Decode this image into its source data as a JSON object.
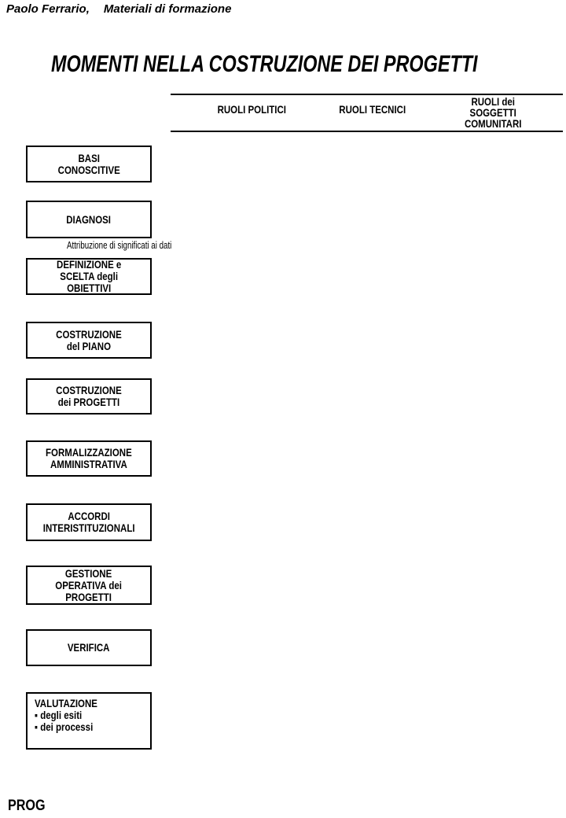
{
  "byline": {
    "author": "Paolo Ferrario,",
    "subtitle": "Materiali di formazione"
  },
  "title": "MOMENTI NELLA COSTRUZIONE DEI PROGETTI",
  "roles_header": {
    "columns": [
      {
        "label": "RUOLI POLITICI"
      },
      {
        "label": "RUOLI TECNICI"
      },
      {
        "label": "RUOLI dei\nSOGGETTI\nCOMUNITARI"
      }
    ]
  },
  "stages": [
    {
      "label": "BASI\nCONOSCITIVE"
    },
    {
      "label": "DIAGNOSI"
    },
    {
      "label": "DEFINIZIONE e\nSCELTA degli\nOBIETTIVI"
    },
    {
      "label": "COSTRUZIONE\ndel PIANO"
    },
    {
      "label": "COSTRUZIONE\ndei PROGETTI"
    },
    {
      "label": "FORMALIZZAZIONE\nAMMINISTRATIVA"
    },
    {
      "label": "ACCORDI\nINTERISTITUZIONALI"
    },
    {
      "label": "GESTIONE\nOPERATIVA dei\nPROGETTI"
    },
    {
      "label": "VERIFICA"
    },
    {
      "label": "VALUTAZIONE\n▪ degli esiti\n▪ dei processi"
    }
  ],
  "annotation": "Attribuzione di significati ai dati",
  "footer": "PROG",
  "colors": {
    "text": "#000000",
    "background": "#ffffff",
    "border": "#000000"
  }
}
